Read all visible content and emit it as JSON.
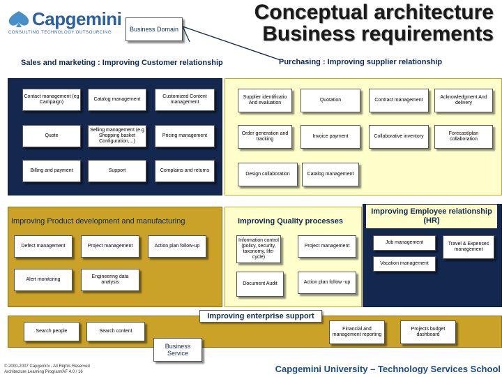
{
  "header": {
    "logo_name": "Capgemini",
    "logo_tagline": "CONSULTING.TECHNOLOGY.OUTSOURCING",
    "business_domain_label": "Business Domain",
    "title_line1": "Conceptual architecture",
    "title_line2": "Business requirements"
  },
  "sales": {
    "title": "Sales and marketing : Improving Customer relationship",
    "boxes": [
      "Contact management (eg Campaign)",
      "Catalog management",
      "Customized Content management",
      "Quote",
      "Selling management (e.g Shopping basket Configuration,...)",
      "Pricing management",
      "Billing and payment",
      "Support",
      "Complains and returns"
    ]
  },
  "purchasing": {
    "title": "Purchasing : Improving supplier relationship",
    "boxes": [
      "Supplier identificatio And evaluation",
      "Quotation",
      "Contract management",
      "Acknowledgment And delivery",
      "Order generation and tracking",
      "Invoice payment",
      "Collaborative inventory",
      "Forecast/plan collaboration",
      "Design collaboration",
      "Catalog management"
    ]
  },
  "product": {
    "title": "Improving Product development and manufacturing",
    "boxes": [
      "Defect management",
      "Project management",
      "Action plan follow-up",
      "Alert monitoring",
      "Engineering data analysis"
    ]
  },
  "quality": {
    "title": "Improving Quality processes",
    "boxes": [
      "Information control (policy, security, taxonomy, life-cycle)",
      "Project management",
      "Document Audit",
      "Action plan follow -up"
    ]
  },
  "hr": {
    "title": "Improving Employee relationship (HR)",
    "boxes": [
      "Job management",
      "Travel & Expenses management",
      "Vacation management"
    ]
  },
  "enterprise": {
    "title": "Improving enterprise support",
    "boxes": [
      "Search people",
      "Search content",
      "Financial and management reporting",
      "Projects budget dashboard"
    ]
  },
  "footer": {
    "business_service_label": "Business Service",
    "copyright_line1": "© 2000-2007 Capgemini - All Rights Reserved",
    "copyright_line2": "Architecture Learning Program/AF 4.0 / 16",
    "university": "Capgemini University – Technology Services School"
  },
  "colors": {
    "navy": "#14284f",
    "gold": "#c9a227",
    "cream": "#ffffcc",
    "blue_text": "#2b5fa3"
  }
}
